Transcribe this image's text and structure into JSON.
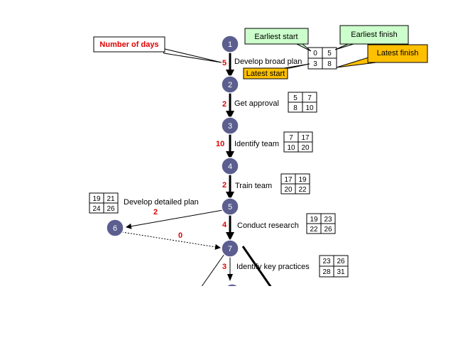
{
  "callouts": {
    "number_of_days": "Number of days",
    "earliest_start": "Earliest start",
    "earliest_finish": "Earliest finish",
    "latest_finish": "Latest finish",
    "latest_start": "Latest start"
  },
  "colors": {
    "node_fill": "#5b5e8f",
    "duration_red": "#e00000",
    "callout_green": "#ccffcc",
    "callout_orange": "#ffc000"
  },
  "nodes": [
    {
      "id": "1"
    },
    {
      "id": "2"
    },
    {
      "id": "3"
    },
    {
      "id": "4"
    },
    {
      "id": "5"
    },
    {
      "id": "6"
    },
    {
      "id": "7"
    }
  ],
  "activities": [
    {
      "name": "Develop broad plan",
      "days": "5",
      "es": "0",
      "ef": "5",
      "ls": "3",
      "lf": "8"
    },
    {
      "name": "Get approval",
      "days": "2",
      "es": "5",
      "ef": "7",
      "ls": "8",
      "lf": "10"
    },
    {
      "name": "Identify team",
      "days": "10",
      "es": "7",
      "ef": "17",
      "ls": "10",
      "lf": "20"
    },
    {
      "name": "Train team",
      "days": "2",
      "es": "17",
      "ef": "19",
      "ls": "20",
      "lf": "22"
    },
    {
      "name": "Conduct research",
      "days": "4",
      "es": "19",
      "ef": "23",
      "ls": "22",
      "lf": "26"
    },
    {
      "name": "Develop detailed plan",
      "days": "2",
      "es": "19",
      "ef": "21",
      "ls": "24",
      "lf": "26"
    },
    {
      "name": "Identify key practices",
      "days": "3",
      "es": "23",
      "ef": "26",
      "ls": "28",
      "lf": "31"
    }
  ],
  "dummy": {
    "days": "0"
  }
}
